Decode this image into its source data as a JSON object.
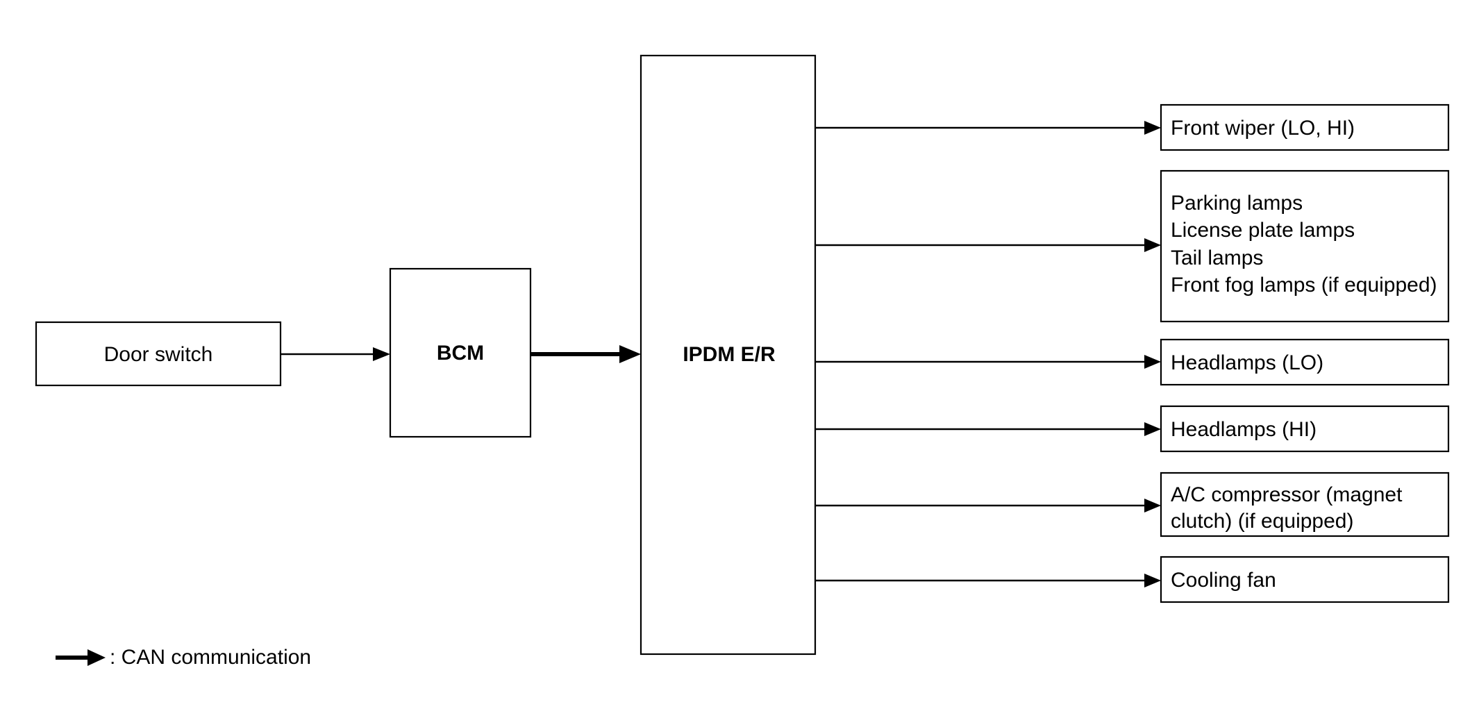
{
  "inputs": {
    "door_switch": "Door switch",
    "bcm": "BCM",
    "ipdm": "IPDM E/R"
  },
  "outputs": {
    "front_wiper": "Front wiper (LO, HI)",
    "lamps": {
      "line1": "Parking lamps",
      "line2": "License plate lamps",
      "line3": "Tail lamps",
      "line4": "Front fog lamps (if equipped)"
    },
    "headlamps_lo": "Headlamps (LO)",
    "headlamps_hi": "Headlamps (HI)",
    "ac_compressor": {
      "line1": "A/C compressor (magnet",
      "line2": "clutch) (if equipped)"
    },
    "cooling_fan": "Cooling fan"
  },
  "legend": {
    "can_label": ": CAN communication"
  }
}
